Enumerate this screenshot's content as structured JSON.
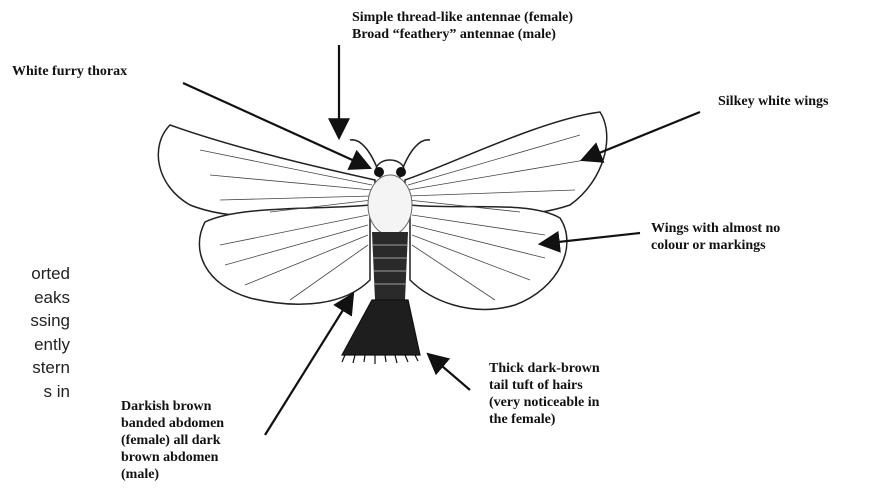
{
  "labels": {
    "antennae": "Simple thread-like antennae (female)\nBroad “feathery” antennae (male)",
    "thorax": "White furry thorax",
    "wings_silky": "Silkey white wings",
    "wings_markings": "Wings with almost no\ncolour or markings",
    "tail_tuft": "Thick dark-brown\ntail tuft of hairs\n(very noticeable in\nthe female)",
    "abdomen": "Darkish brown\nbanded abdomen\n(female) all dark\nbrown abdomen\n(male)"
  },
  "side_text_fragments": "orted\neaks\nssing\nently\nstern\ns in"
}
